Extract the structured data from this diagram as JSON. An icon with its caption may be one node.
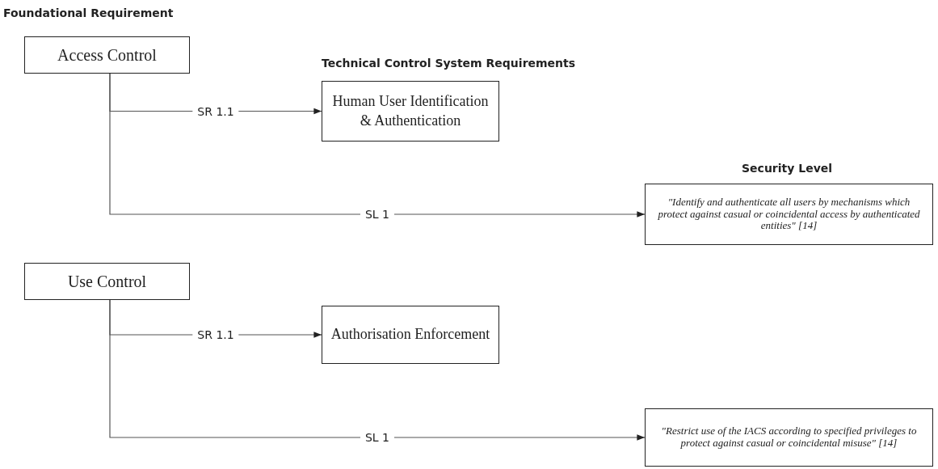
{
  "diagram": {
    "nodes": [
      {
        "text": [
          "Access Control"
        ]
      },
      {
        "text": [
          "Human User Identification & Authentication"
        ]
      },
      {
        "text": [
          "\"Identify and authenticate all users by mechanisms which protect against casual or coincidental access by authenticated entities\" [14]"
        ]
      },
      {
        "text": [
          "Use Control"
        ]
      },
      {
        "text": [
          "Authorisation Enforcement"
        ]
      },
      {
        "text": [
          "\"Restrict use of the IACS according to specified privileges to protect against casual or coincidental misuse\" [14]"
        ]
      }
    ],
    "edges": [
      {
        "from": 0,
        "to": 1,
        "arrow": "to",
        "label": "SR 1.1"
      },
      {
        "from": 0,
        "to": 2,
        "arrow": "to",
        "label": "SL 1"
      },
      {
        "from": 3,
        "to": 4,
        "arrow": "to",
        "label": "SR 1.1"
      },
      {
        "from": 3,
        "to": 5,
        "arrow": "to",
        "label": "SL 1"
      }
    ],
    "labels": [
      "Foundational Requirement",
      "Technical Control System Requirements",
      "Security Level"
    ]
  }
}
